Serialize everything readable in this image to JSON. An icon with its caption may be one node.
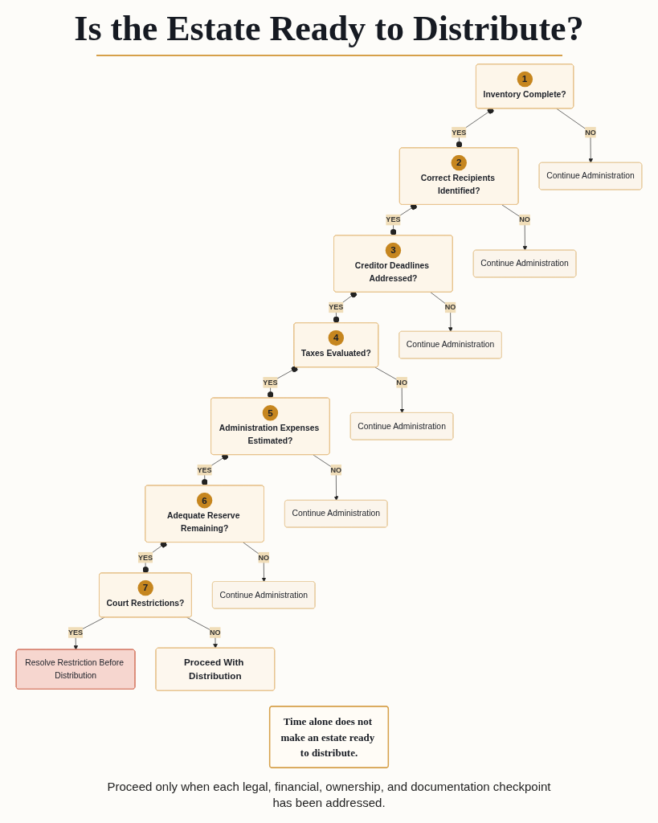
{
  "diagram": {
    "title": "Is the Estate Ready to Distribute?",
    "nodes": [
      {
        "text": [
          "1",
          "Inventory Complete?"
        ]
      },
      {
        "text": [
          "Continue Administration"
        ]
      },
      {
        "text": [
          "2",
          "Correct Recipients Identified?"
        ]
      },
      {
        "text": [
          "Continue Administration"
        ]
      },
      {
        "text": [
          "3",
          "Creditor Deadlines Addressed?"
        ]
      },
      {
        "text": [
          "Continue Administration"
        ]
      },
      {
        "text": [
          "4",
          "Taxes Evaluated?"
        ]
      },
      {
        "text": [
          "Continue Administration"
        ]
      },
      {
        "text": [
          "5",
          "Administration Expenses Estimated?"
        ]
      },
      {
        "text": [
          "Continue Administration"
        ]
      },
      {
        "text": [
          "6",
          "Adequate Reserve Remaining?"
        ]
      },
      {
        "text": [
          "Continue Administration"
        ]
      },
      {
        "text": [
          "7",
          "Court Restrictions?"
        ]
      },
      {
        "text": [
          "Resolve Restriction Before Distribution"
        ]
      },
      {
        "text": [
          "Proceed With Distribution"
        ]
      },
      {
        "text": [
          "Time alone does not make an estate ready to distribute."
        ]
      }
    ],
    "edges": [
      {
        "from": 0,
        "to": 1,
        "arrow": "to",
        "label": "NO"
      },
      {
        "from": 0,
        "to": 2,
        "arrow": "other",
        "label": "YES"
      },
      {
        "from": 2,
        "to": 3,
        "arrow": "to",
        "label": "NO"
      },
      {
        "from": 2,
        "to": 4,
        "arrow": "other",
        "label": "YES"
      },
      {
        "from": 4,
        "to": 5,
        "arrow": "to",
        "label": "NO"
      },
      {
        "from": 4,
        "to": 6,
        "arrow": "other",
        "label": "YES"
      },
      {
        "from": 6,
        "to": 7,
        "arrow": "to",
        "label": "NO"
      },
      {
        "from": 6,
        "to": 8,
        "arrow": "other",
        "label": "YES"
      },
      {
        "from": 8,
        "to": 9,
        "arrow": "to",
        "label": "NO"
      },
      {
        "from": 8,
        "to": 10,
        "arrow": "other",
        "label": "YES"
      },
      {
        "from": 10,
        "to": 11,
        "arrow": "to",
        "label": "NO"
      },
      {
        "from": 10,
        "to": 12,
        "arrow": "other",
        "label": "YES"
      },
      {
        "from": 12,
        "to": 13,
        "arrow": "to",
        "label": "YES"
      },
      {
        "from": 12,
        "to": 14,
        "arrow": "to",
        "label": "NO"
      }
    ],
    "caption": "Proceed only when each legal, financial, ownership, and documentation checkpoint has been addressed."
  }
}
